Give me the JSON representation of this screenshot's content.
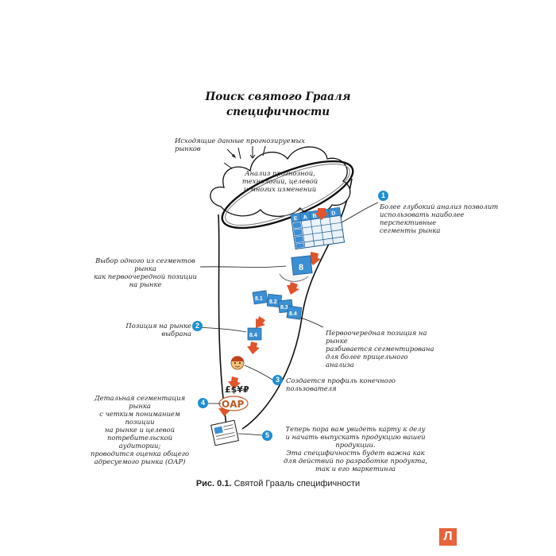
{
  "title_line1": "Поиск святого Грааля",
  "title_line2": "специфичности",
  "top_label": "Исходящие данные прогнозируемых рынков",
  "cloud_text": [
    "Анализ прогнозной,",
    "технологий, целевой",
    "и многих изменений"
  ],
  "steps": [
    {
      "num": "1",
      "text": [
        "Более глубокий анализ позволит",
        "использовать наиболее перспективные",
        "сегменты рынка"
      ]
    },
    {
      "num": "2",
      "text": [
        "Позиция на рынке выбрана"
      ]
    },
    {
      "num": "3",
      "text": [
        "Создается профиль конечного пользователя"
      ]
    },
    {
      "num": "4",
      "text": [
        "Детальная сегментация рынка",
        "с четким пониманием позиции",
        "на рынке и целевой",
        "потребительской аудитории;",
        "проводится оценка общего",
        "адресуемого рынка (ОАР)"
      ]
    },
    {
      "num": "5",
      "text": [
        "Теперь пора вам увидеть карту к делу",
        "и начать выпускать продукцию вашей продукции.",
        "Эта специфичность будет важна как",
        "для действий по разработке продукта,",
        "так и его маркетинга"
      ]
    }
  ],
  "left_note": [
    "Выбор одного из сегментов рынка",
    "как первоочередной позиции",
    "на рынке"
  ],
  "right_note": [
    "Первоочередная позиция на рынке",
    "разбивается сегментирована",
    "для более прицельного анализа"
  ],
  "grid_headers": [
    "A",
    "B",
    "C",
    "D",
    "E"
  ],
  "segment_main": "8",
  "subsegments": [
    "8.1",
    "8.2",
    "8.3",
    "8.4"
  ],
  "chosen_segment": "8.4",
  "tam_text": "ОАР",
  "tam_money": "£$¥₽",
  "caption_label": "Рис. 0.1.",
  "caption_text": "Святой Грааль специфичности",
  "logo_letter": "Л",
  "colors": {
    "accent": "#1e8fd0",
    "arrow": "#e0552b",
    "segment": "#3b8fd2"
  }
}
